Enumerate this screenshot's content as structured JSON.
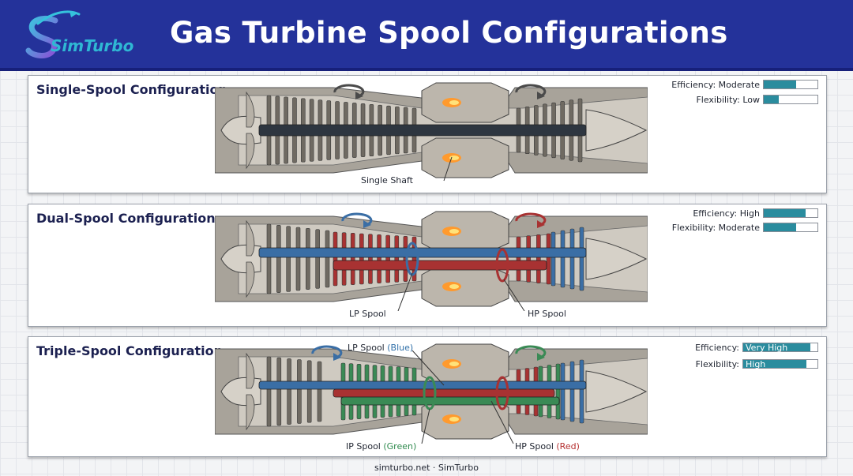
{
  "header": {
    "logo_text": "SimTurbo",
    "title": "Gas Turbine Spool Configurations"
  },
  "panels": [
    {
      "title": "Single-Spool Configuration",
      "efficiency": {
        "label": "Efficiency: Moderate",
        "level": 0.6
      },
      "flexibility": {
        "label": "Flexibility: Low",
        "level": 0.28
      },
      "callouts": [
        "Single Shaft"
      ]
    },
    {
      "title": "Dual-Spool Configuration",
      "efficiency": {
        "label": "Efficiency: High",
        "level": 0.78
      },
      "flexibility": {
        "label": "Flexibility: Moderate",
        "level": 0.6
      },
      "callouts": [
        "LP Spool",
        "HP Spool"
      ]
    },
    {
      "title": "Triple-Spool Configuration",
      "efficiency": {
        "label": "Efficiency:",
        "value": "Very High",
        "level": 0.9
      },
      "flexibility": {
        "label": "Flexibility:",
        "value": "High",
        "level": 0.85
      },
      "callouts": [
        {
          "name": "LP Spool",
          "color_word": "(Blue)"
        },
        {
          "name": "IP Spool",
          "color_word": "(Green)"
        },
        {
          "name": "HP Spool",
          "color_word": "(Red)"
        }
      ]
    }
  ],
  "colors": {
    "header": "#24329a",
    "lp_blue": "#3a6ea5",
    "hp_red": "#a83232",
    "ip_green": "#3a8a55",
    "bar_fill": "#2a8c9e",
    "casing": "#8c8880"
  },
  "footer": "simturbo.net · SimTurbo"
}
